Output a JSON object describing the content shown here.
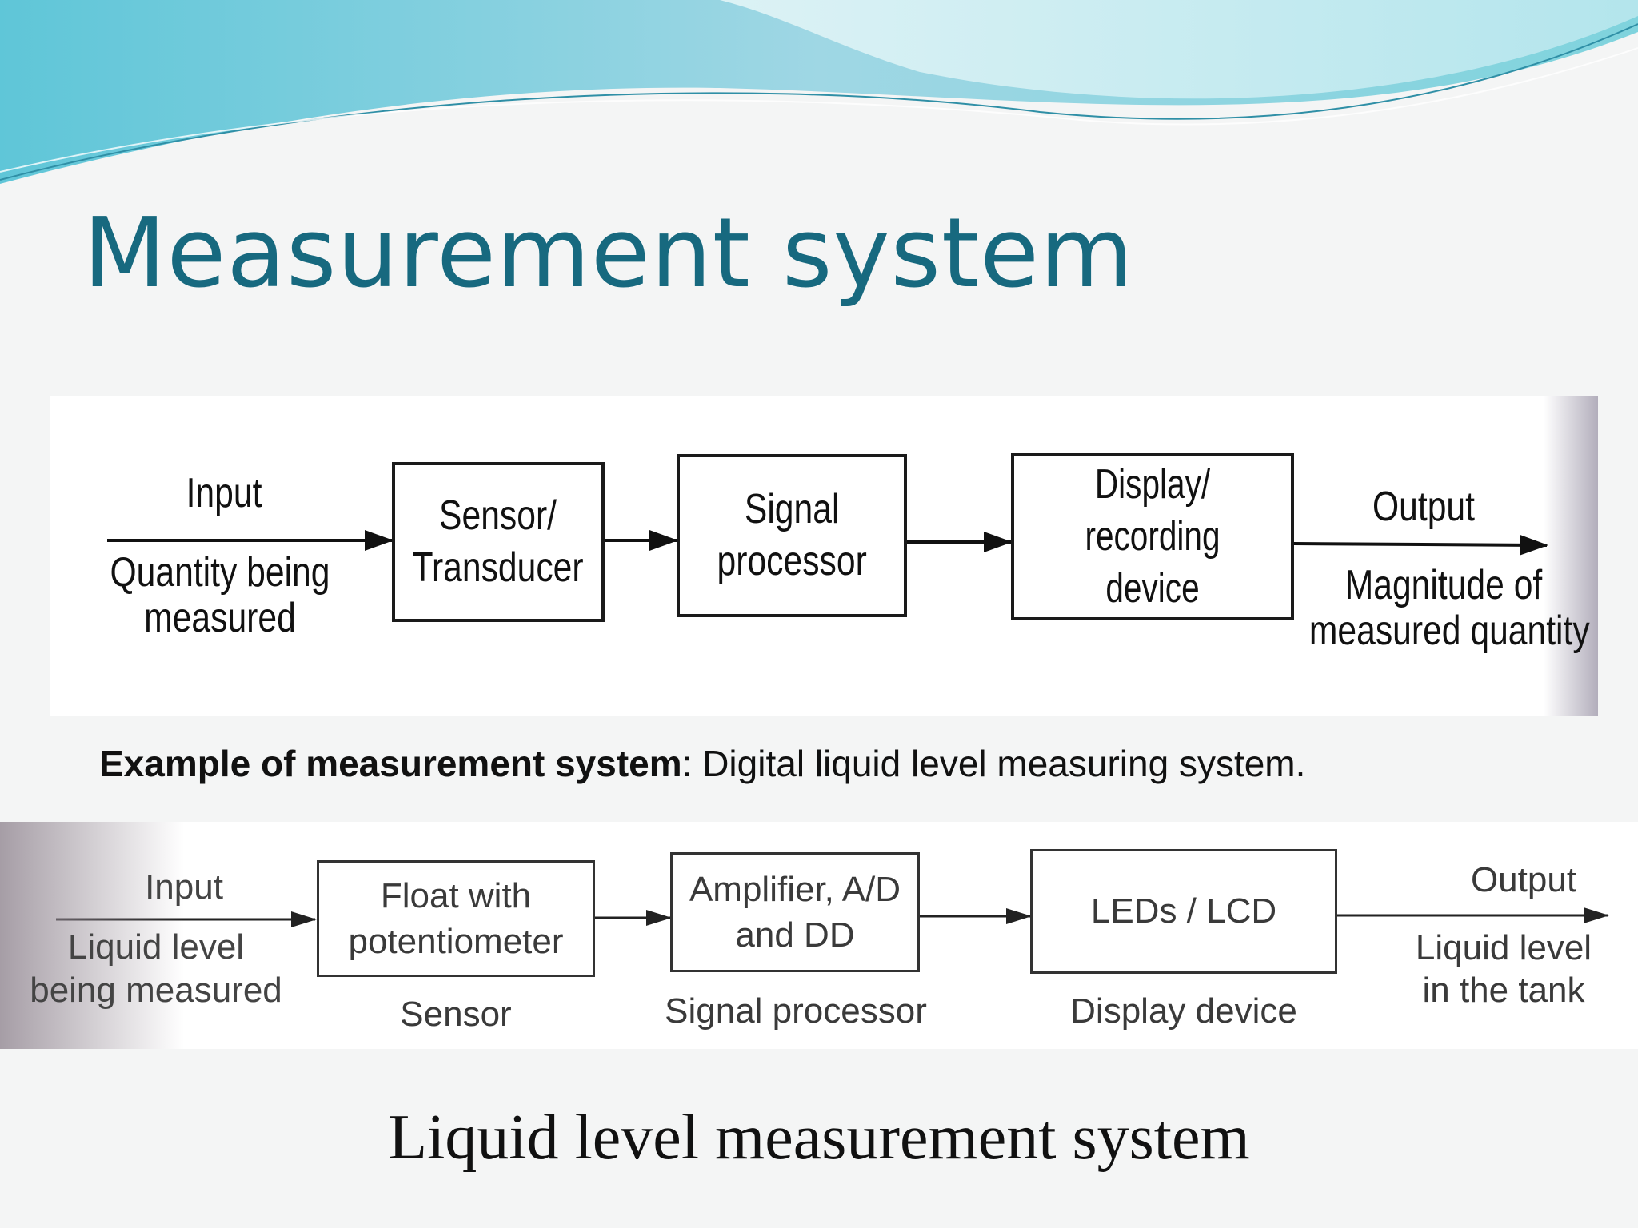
{
  "title": "Measurement system",
  "diagram1": {
    "input_label": "Input",
    "input_desc": [
      "Quantity being",
      "measured"
    ],
    "blocks": [
      [
        "Sensor/",
        "Transducer"
      ],
      [
        "Signal",
        "processor"
      ],
      [
        "Display/",
        "recording device"
      ]
    ],
    "output_label": "Output",
    "output_desc": [
      "Magnitude of",
      "measured quantity"
    ]
  },
  "example_bold": "Example of measurement system",
  "example_rest": ": Digital liquid level measuring system.",
  "diagram2": {
    "input_label": "Input",
    "input_desc": [
      "Liquid level",
      "being measured"
    ],
    "blocks": [
      {
        "lines": [
          "Float with",
          "potentiometer"
        ],
        "caption": "Sensor"
      },
      {
        "lines": [
          "Amplifier, A/D",
          "and DD"
        ],
        "caption": "Signal processor"
      },
      {
        "lines": [
          "LEDs / LCD"
        ],
        "caption": "Display device"
      }
    ],
    "output_label": "Output",
    "output_desc": [
      "Liquid level",
      "in the tank"
    ]
  },
  "caption": "Liquid level measurement system",
  "colors": {
    "title": "#17697f",
    "wave_dark": "#6fc4d6",
    "wave_light": "#cfeef2"
  }
}
